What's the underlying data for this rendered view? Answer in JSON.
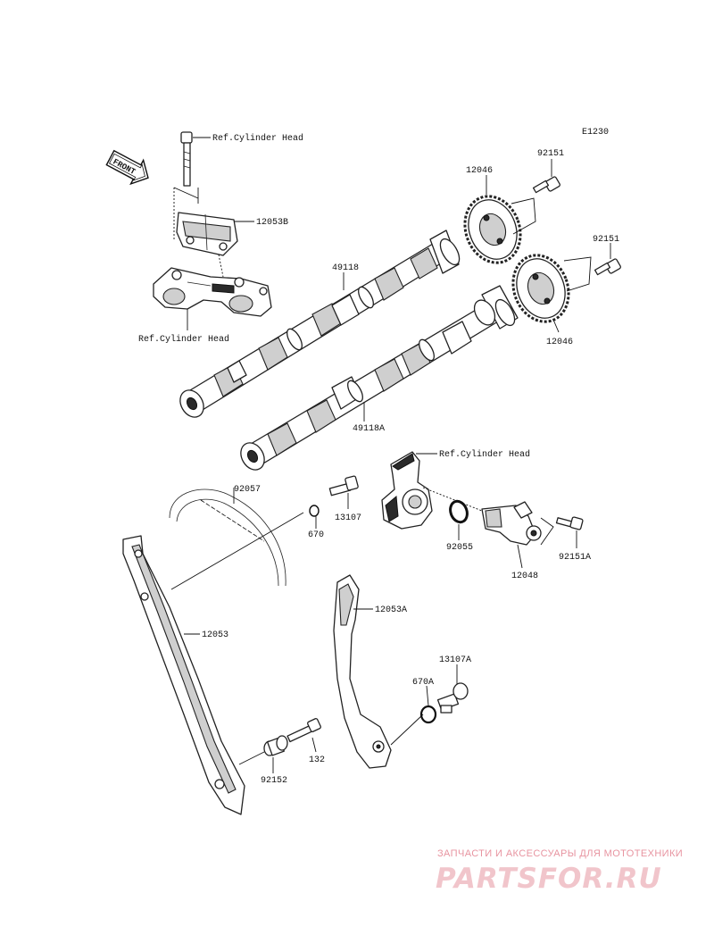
{
  "diagram": {
    "code": "E1230",
    "front_arrow_label": "FRONT",
    "refs": {
      "cyl_head_top": "Ref.Cylinder Head",
      "cyl_head_mid": "Ref.Cylinder Head",
      "cyl_head_tensioner": "Ref.Cylinder Head"
    },
    "parts": {
      "p12053B": "12053B",
      "p49118": "49118",
      "p49118A": "49118A",
      "p12046_top": "12046",
      "p12046_right": "12046",
      "p92151_top": "92151",
      "p92151_right": "92151",
      "p92057": "92057",
      "p670": "670",
      "p13107": "13107",
      "p92055": "92055",
      "p12048": "12048",
      "p92151A": "92151A",
      "p12053": "12053",
      "p12053A": "12053A",
      "p13107A": "13107A",
      "p670A": "670A",
      "p132": "132",
      "p92152": "92152"
    }
  },
  "watermark": {
    "caption": "ЗАПЧАСТИ И АКСЕССУАРЫ ДЛЯ МОТОТЕХНИКИ",
    "logo": "PARTSFOR.RU",
    "color": "#e07080"
  }
}
